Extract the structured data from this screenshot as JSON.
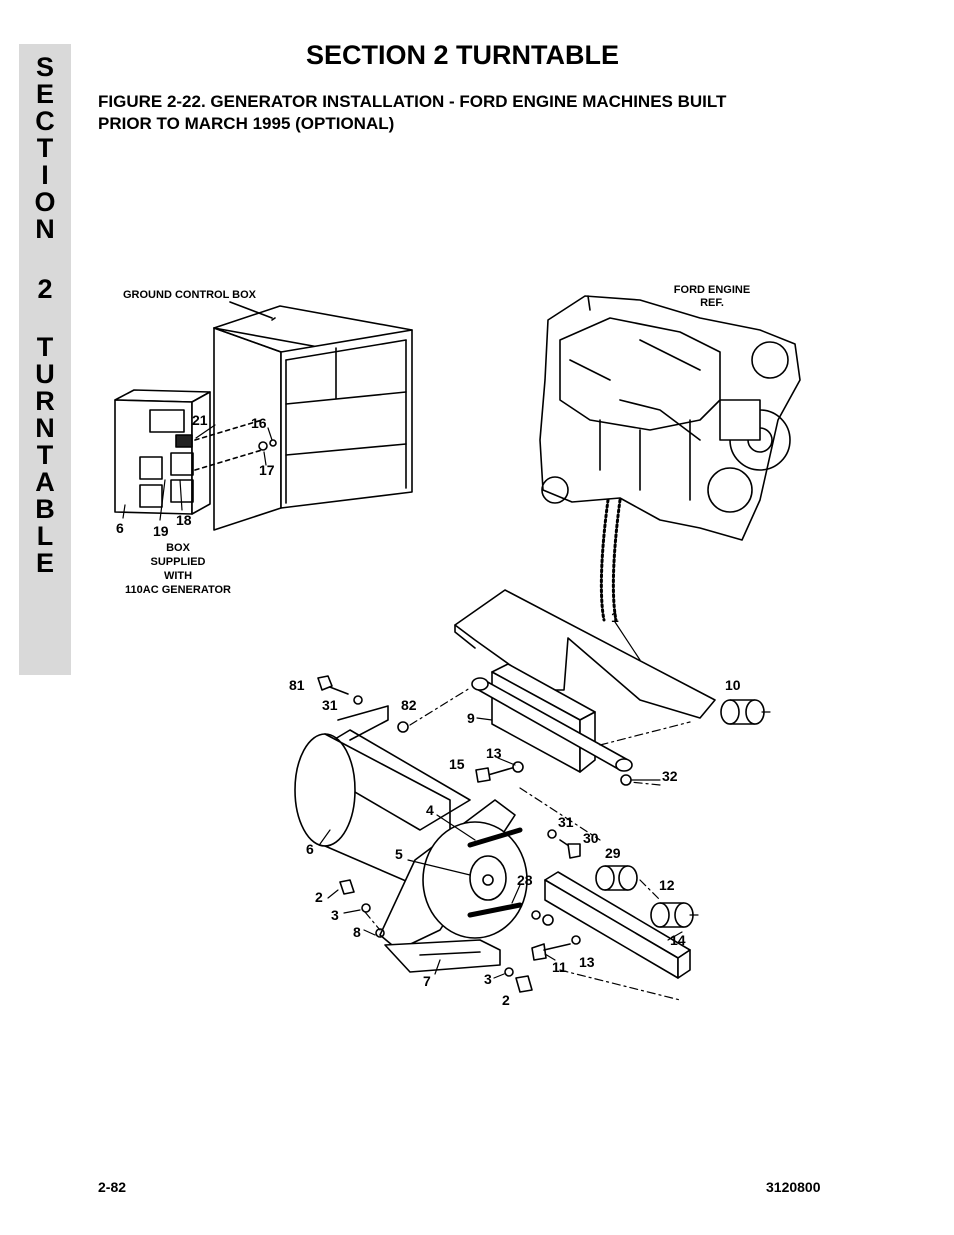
{
  "sidebar": {
    "letters": [
      "S",
      "E",
      "C",
      "T",
      "I",
      "O",
      "N",
      "2",
      "T",
      "U",
      "R",
      "N",
      "T",
      "A",
      "B",
      "L",
      "E"
    ]
  },
  "header": {
    "title": "SECTION 2  TURNTABLE",
    "figure_caption_line1": "FIGURE 2-22.  GENERATOR INSTALLATION - FORD ENGINE MACHINES BUILT",
    "figure_caption_line2": "PRIOR TO MARCH 1995 (OPTIONAL)"
  },
  "figure": {
    "ground_control_box_label": "GROUND CONTROL BOX",
    "engine_label_line1": "FORD ENGINE",
    "engine_label_line2": "REF.",
    "box_note_line1": "BOX",
    "box_note_line2": "SUPPLIED",
    "box_note_line3": "WITH",
    "box_note_line4": "110AC GENERATOR",
    "callouts": {
      "c21": "21",
      "c16": "16",
      "c17": "17",
      "c6a": "6",
      "c19": "19",
      "c18": "18",
      "c1": "1",
      "c81": "81",
      "c31a": "31",
      "c82": "82",
      "c10": "10",
      "c9": "9",
      "c13a": "13",
      "c15": "15",
      "c32": "32",
      "c4": "4",
      "c31b": "31",
      "c30": "30",
      "c6b": "6",
      "c5": "5",
      "c29": "29",
      "c28": "28",
      "c12": "12",
      "c2a": "2",
      "c3a": "3",
      "c8": "8",
      "c14": "14",
      "c11": "11",
      "c13b": "13",
      "c7": "7",
      "c3b": "3",
      "c2b": "2"
    }
  },
  "footer": {
    "page_number": "2-82",
    "doc_number": "3120800"
  }
}
